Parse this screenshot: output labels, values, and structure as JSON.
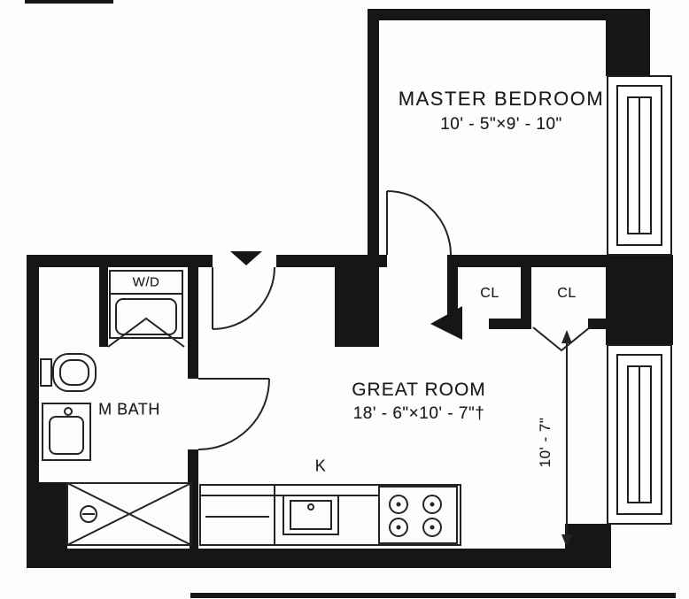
{
  "rooms": {
    "master_bedroom": {
      "name": "MASTER BEDROOM",
      "dimensions": "10' - 5\"×9' - 10\""
    },
    "great_room": {
      "name": "GREAT ROOM",
      "dimensions": "18' - 6\"×10' - 7\"†"
    },
    "master_bath": {
      "name": "M BATH"
    },
    "kitchen": {
      "name": "K"
    },
    "closet_1": {
      "name": "CL"
    },
    "closet_2": {
      "name": "CL"
    },
    "washer_dryer": {
      "name": "W/D"
    }
  },
  "annotations": {
    "vertical_dimension": "10' - 7\""
  },
  "icons": {
    "entry_marker": "down-triangle",
    "dimension_arrow": "double-headed-vertical-arrow"
  },
  "colors": {
    "ink": "#161616",
    "paper": "#fdfdfd"
  }
}
